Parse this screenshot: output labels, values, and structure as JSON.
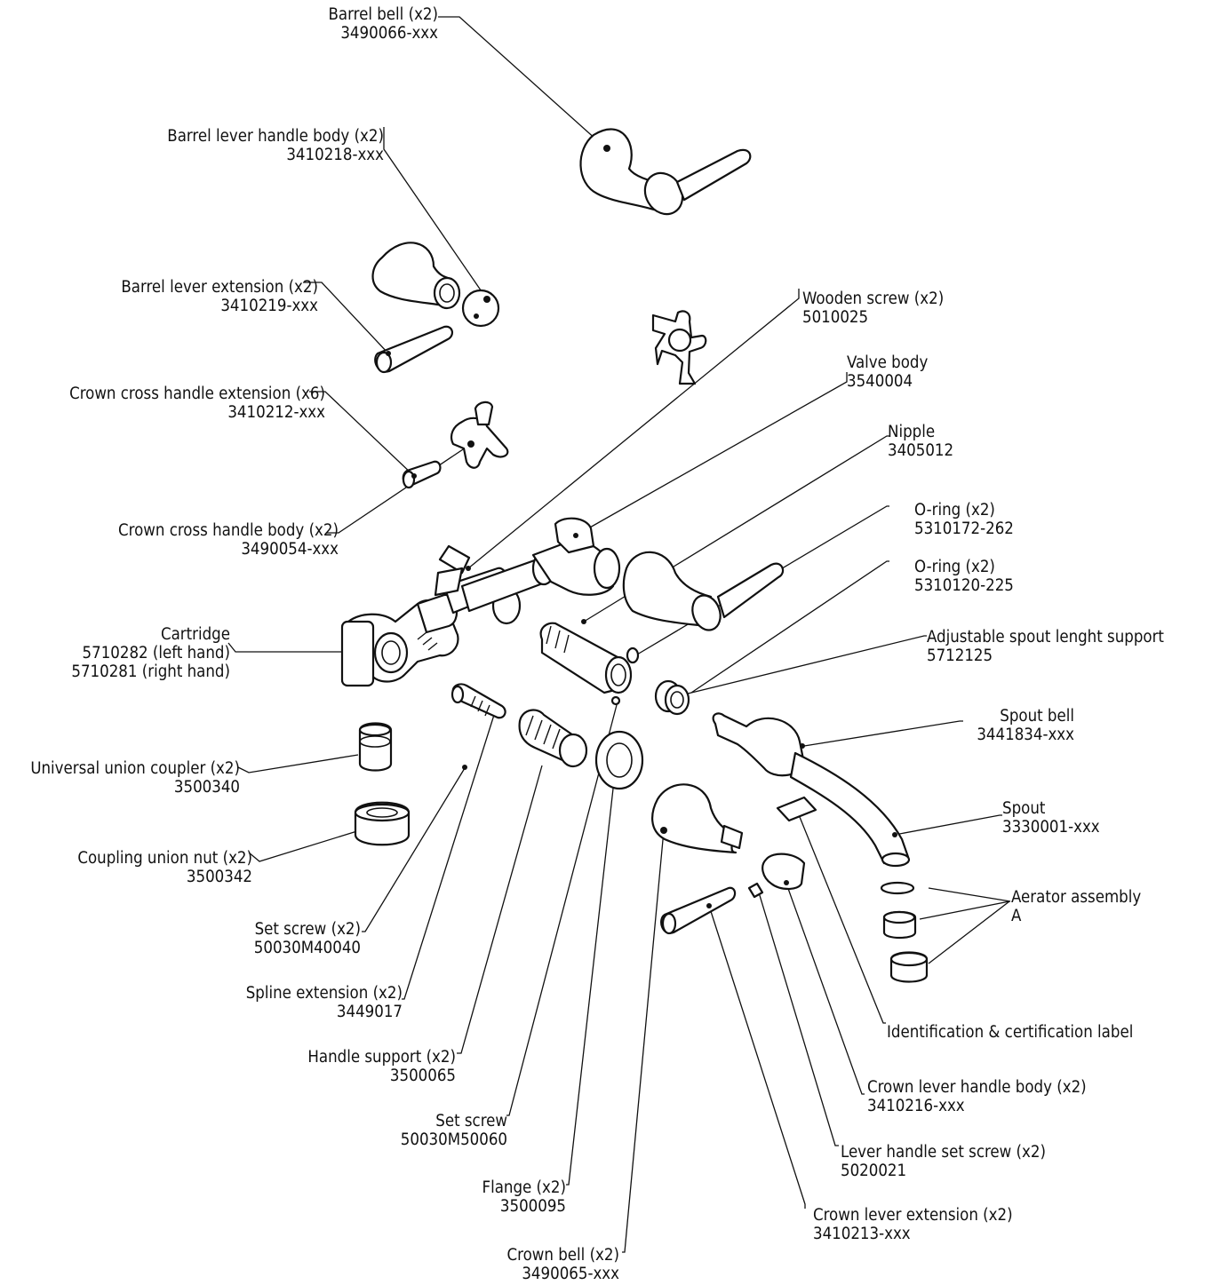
{
  "labels": {
    "barrel_bell": {
      "name": "Barrel bell (x2)",
      "code": "3490066-xxx"
    },
    "barrel_lever_handle_body": {
      "name": "Barrel lever handle body (x2)",
      "code": "3410218-xxx"
    },
    "barrel_lever_extension": {
      "name": "Barrel lever extension (x2)",
      "code": "3410219-xxx"
    },
    "crown_cross_handle_extension": {
      "name": "Crown cross handle extension (x6)",
      "code": "3410212-xxx"
    },
    "crown_cross_handle_body": {
      "name": "Crown cross handle body (x2)",
      "code": "3490054-xxx"
    },
    "cartridge": {
      "name": "Cartridge",
      "code": "5710282 (left hand)",
      "code2": "5710281 (right hand)"
    },
    "universal_union_coupler": {
      "name": "Universal union coupler (x2)",
      "code": "3500340"
    },
    "coupling_union_nut": {
      "name": "Coupling union nut (x2)",
      "code": "3500342"
    },
    "set_screw_x2": {
      "name": "Set screw (x2)",
      "code": "50030M40040"
    },
    "spline_extension": {
      "name": "Spline extension (x2)",
      "code": "3449017"
    },
    "handle_support": {
      "name": "Handle support (x2)",
      "code": "3500065"
    },
    "set_screw": {
      "name": "Set screw",
      "code": "50030M50060"
    },
    "flange": {
      "name": "Flange (x2)",
      "code": "3500095"
    },
    "crown_bell": {
      "name": "Crown bell (x2)",
      "code": "3490065-xxx"
    },
    "wooden_screw": {
      "name": "Wooden screw (x2)",
      "code": "5010025"
    },
    "valve_body": {
      "name": "Valve body",
      "code": "3540004"
    },
    "nipple": {
      "name": "Nipple",
      "code": "3405012"
    },
    "o_ring_262": {
      "name": "O-ring (x2)",
      "code": "5310172-262"
    },
    "o_ring_225": {
      "name": "O-ring (x2)",
      "code": "5310120-225"
    },
    "adjustable_spout_support": {
      "name": "Adjustable spout lenght support",
      "code": "5712125"
    },
    "spout_bell": {
      "name": "Spout bell",
      "code": "3441834-xxx"
    },
    "spout": {
      "name": "Spout",
      "code": "3330001-xxx"
    },
    "aerator_assembly": {
      "name": "Aerator assembly",
      "code": "A"
    },
    "identification_label": {
      "name": "Identification & certification label"
    },
    "crown_lever_handle_body": {
      "name": "Crown lever handle body (x2)",
      "code": "3410216-xxx"
    },
    "lever_handle_set_screw": {
      "name": "Lever handle set screw (x2)",
      "code": "5020021"
    },
    "crown_lever_extension": {
      "name": "Crown lever extension (x2)",
      "code": "3410213-xxx"
    }
  }
}
